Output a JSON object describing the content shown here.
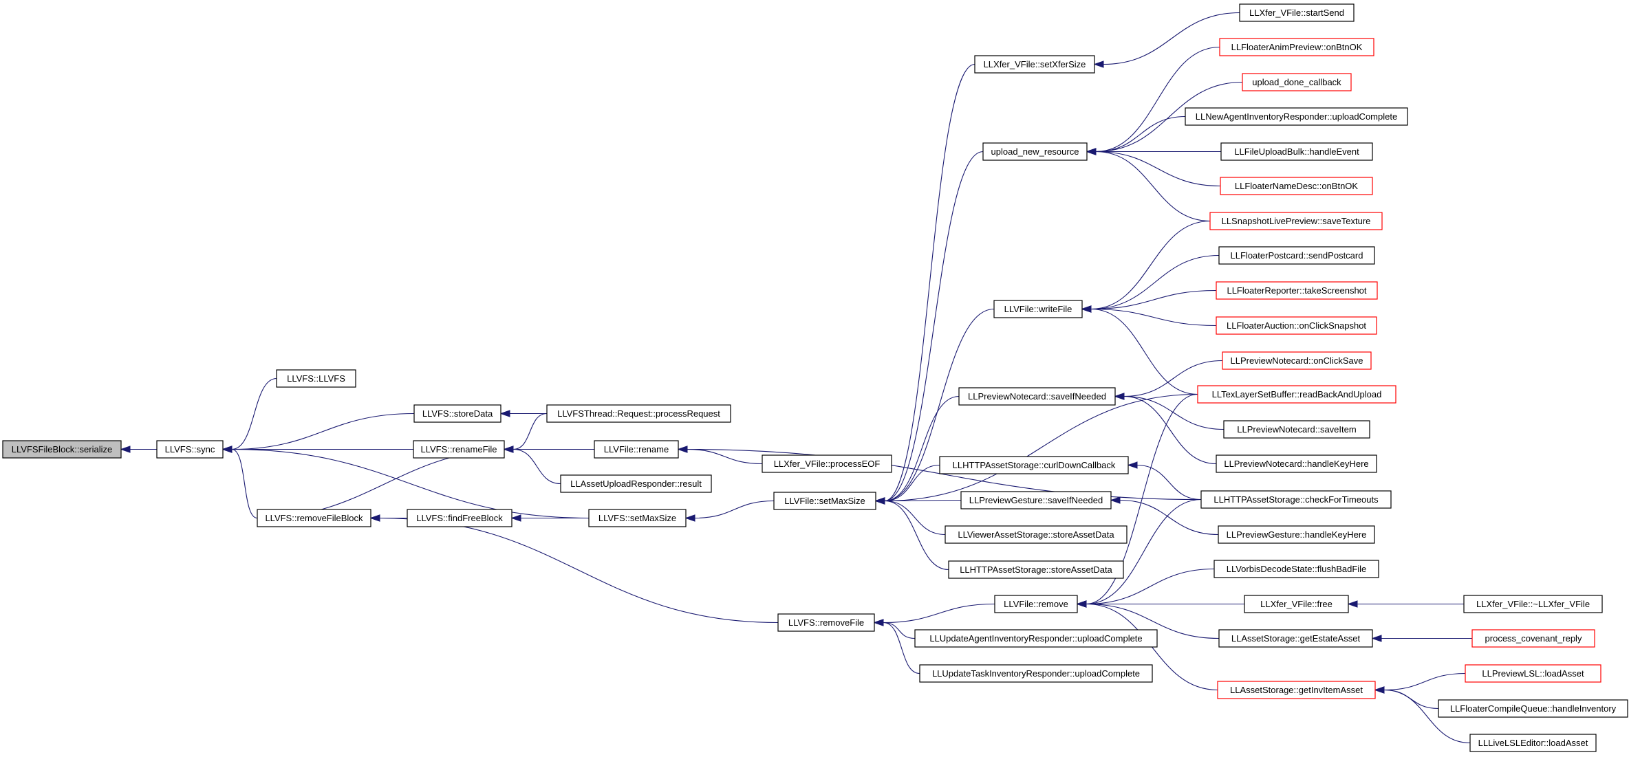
{
  "diagram": {
    "colors": {
      "edge": "#191970",
      "border_normal": "#000000",
      "border_truncated": "#ff0000",
      "fill_root": "#bfbfbf",
      "fill_normal": "#ffffff"
    },
    "nodes": {
      "n_root": {
        "label": "LLVFSFileBlock::serialize",
        "kind": "root"
      },
      "n_sync": {
        "label": "LLVFS::sync",
        "kind": "normal"
      },
      "n_llvfs": {
        "label": "LLVFS::LLVFS",
        "kind": "normal"
      },
      "n_storeData": {
        "label": "LLVFS::storeData",
        "kind": "normal"
      },
      "n_renameFile": {
        "label": "LLVFS::renameFile",
        "kind": "normal"
      },
      "n_removeFileBlock": {
        "label": "LLVFS::removeFileBlock",
        "kind": "normal"
      },
      "n_findFreeBlock": {
        "label": "LLVFS::findFreeBlock",
        "kind": "normal"
      },
      "n_vfsSetMaxSize": {
        "label": "LLVFS::setMaxSize",
        "kind": "normal"
      },
      "n_processRequest": {
        "label": "LLVFSThread::Request::processRequest",
        "kind": "normal"
      },
      "n_vfileRename": {
        "label": "LLVFile::rename",
        "kind": "normal"
      },
      "n_assetUploadResult": {
        "label": "LLAssetUploadResponder::result",
        "kind": "normal"
      },
      "n_processEOF": {
        "label": "LLXfer_VFile::processEOF",
        "kind": "normal"
      },
      "n_vfileSetMaxSize": {
        "label": "LLVFile::setMaxSize",
        "kind": "normal"
      },
      "n_removeFile": {
        "label": "LLVFS::removeFile",
        "kind": "normal"
      },
      "n_setXferSize": {
        "label": "LLXfer_VFile::setXferSize",
        "kind": "normal"
      },
      "n_uploadNewResource": {
        "label": "upload_new_resource",
        "kind": "normal"
      },
      "n_writeFile": {
        "label": "LLVFile::writeFile",
        "kind": "normal"
      },
      "n_notecardSave": {
        "label": "LLPreviewNotecard::saveIfNeeded",
        "kind": "normal"
      },
      "n_curlDown": {
        "label": "LLHTTPAssetStorage::curlDownCallback",
        "kind": "normal"
      },
      "n_gestureSave": {
        "label": "LLPreviewGesture::saveIfNeeded",
        "kind": "normal"
      },
      "n_viewerStore": {
        "label": "LLViewerAssetStorage::storeAssetData",
        "kind": "normal"
      },
      "n_httpStore": {
        "label": "LLHTTPAssetStorage::storeAssetData",
        "kind": "normal"
      },
      "n_vfileRemove": {
        "label": "LLVFile::remove",
        "kind": "normal"
      },
      "n_updateAgent": {
        "label": "LLUpdateAgentInventoryResponder::uploadComplete",
        "kind": "normal"
      },
      "n_updateTask": {
        "label": "LLUpdateTaskInventoryResponder::uploadComplete",
        "kind": "normal"
      },
      "n_startSend": {
        "label": "LLXfer_VFile::startSend",
        "kind": "normal"
      },
      "n_animPreview": {
        "label": "LLFloaterAnimPreview::onBtnOK",
        "kind": "truncated"
      },
      "n_uploadDone": {
        "label": "upload_done_callback",
        "kind": "truncated"
      },
      "n_newAgentInv": {
        "label": "LLNewAgentInventoryResponder::uploadComplete",
        "kind": "normal"
      },
      "n_fileUploadBulk": {
        "label": "LLFileUploadBulk::handleEvent",
        "kind": "normal"
      },
      "n_nameDesc": {
        "label": "LLFloaterNameDesc::onBtnOK",
        "kind": "truncated"
      },
      "n_snapshotSave": {
        "label": "LLSnapshotLivePreview::saveTexture",
        "kind": "truncated"
      },
      "n_postcard": {
        "label": "LLFloaterPostcard::sendPostcard",
        "kind": "normal"
      },
      "n_reporter": {
        "label": "LLFloaterReporter::takeScreenshot",
        "kind": "truncated"
      },
      "n_auction": {
        "label": "LLFloaterAuction::onClickSnapshot",
        "kind": "truncated"
      },
      "n_notecardClickSave": {
        "label": "LLPreviewNotecard::onClickSave",
        "kind": "truncated"
      },
      "n_texLayer": {
        "label": "LLTexLayerSetBuffer::readBackAndUpload",
        "kind": "truncated"
      },
      "n_notecardSaveItem": {
        "label": "LLPreviewNotecard::saveItem",
        "kind": "normal"
      },
      "n_notecardKey": {
        "label": "LLPreviewNotecard::handleKeyHere",
        "kind": "normal"
      },
      "n_checkTimeouts": {
        "label": "LLHTTPAssetStorage::checkForTimeouts",
        "kind": "normal"
      },
      "n_gestureKey": {
        "label": "LLPreviewGesture::handleKeyHere",
        "kind": "normal"
      },
      "n_vorbis": {
        "label": "LLVorbisDecodeState::flushBadFile",
        "kind": "normal"
      },
      "n_xferFree": {
        "label": "LLXfer_VFile::free",
        "kind": "normal"
      },
      "n_xferDtor": {
        "label": "LLXfer_VFile::~LLXfer_VFile",
        "kind": "normal"
      },
      "n_estateAsset": {
        "label": "LLAssetStorage::getEstateAsset",
        "kind": "normal"
      },
      "n_covenant": {
        "label": "process_covenant_reply",
        "kind": "truncated"
      },
      "n_invItemAsset": {
        "label": "LLAssetStorage::getInvItemAsset",
        "kind": "truncated"
      },
      "n_previewLSL": {
        "label": "LLPreviewLSL::loadAsset",
        "kind": "truncated"
      },
      "n_compileQueue": {
        "label": "LLFloaterCompileQueue::handleInventory",
        "kind": "normal"
      },
      "n_liveLSL": {
        "label": "LLLiveLSLEditor::loadAsset",
        "kind": "normal"
      }
    },
    "edges": [
      [
        "n_sync",
        "n_root"
      ],
      [
        "n_llvfs",
        "n_sync"
      ],
      [
        "n_storeData",
        "n_sync"
      ],
      [
        "n_renameFile",
        "n_sync"
      ],
      [
        "n_removeFileBlock",
        "n_sync"
      ],
      [
        "n_vfsSetMaxSize",
        "n_sync"
      ],
      [
        "n_processRequest",
        "n_storeData"
      ],
      [
        "n_processRequest",
        "n_renameFile"
      ],
      [
        "n_vfileRename",
        "n_renameFile"
      ],
      [
        "n_assetUploadResult",
        "n_renameFile"
      ],
      [
        "n_removeFileBlock",
        "n_renameFile"
      ],
      [
        "n_findFreeBlock",
        "n_removeFileBlock"
      ],
      [
        "n_removeFile",
        "n_removeFileBlock"
      ],
      [
        "n_vfsSetMaxSize",
        "n_findFreeBlock"
      ],
      [
        "n_vfileSetMaxSize",
        "n_vfsSetMaxSize"
      ],
      [
        "n_processEOF",
        "n_vfileRename"
      ],
      [
        "n_checkTimeouts",
        "n_vfileRename"
      ],
      [
        "n_setXferSize",
        "n_vfileSetMaxSize"
      ],
      [
        "n_uploadNewResource",
        "n_vfileSetMaxSize"
      ],
      [
        "n_writeFile",
        "n_vfileSetMaxSize"
      ],
      [
        "n_notecardSave",
        "n_vfileSetMaxSize"
      ],
      [
        "n_curlDown",
        "n_vfileSetMaxSize"
      ],
      [
        "n_gestureSave",
        "n_vfileSetMaxSize"
      ],
      [
        "n_viewerStore",
        "n_vfileSetMaxSize"
      ],
      [
        "n_httpStore",
        "n_vfileSetMaxSize"
      ],
      [
        "n_texLayer",
        "n_vfileSetMaxSize"
      ],
      [
        "n_vfileRemove",
        "n_removeFile"
      ],
      [
        "n_updateAgent",
        "n_removeFile"
      ],
      [
        "n_updateTask",
        "n_removeFile"
      ],
      [
        "n_startSend",
        "n_setXferSize"
      ],
      [
        "n_animPreview",
        "n_uploadNewResource"
      ],
      [
        "n_uploadDone",
        "n_uploadNewResource"
      ],
      [
        "n_newAgentInv",
        "n_uploadNewResource"
      ],
      [
        "n_fileUploadBulk",
        "n_uploadNewResource"
      ],
      [
        "n_nameDesc",
        "n_uploadNewResource"
      ],
      [
        "n_snapshotSave",
        "n_uploadNewResource"
      ],
      [
        "n_snapshotSave",
        "n_writeFile"
      ],
      [
        "n_postcard",
        "n_writeFile"
      ],
      [
        "n_reporter",
        "n_writeFile"
      ],
      [
        "n_auction",
        "n_writeFile"
      ],
      [
        "n_texLayer",
        "n_writeFile"
      ],
      [
        "n_notecardClickSave",
        "n_notecardSave"
      ],
      [
        "n_notecardSaveItem",
        "n_notecardSave"
      ],
      [
        "n_notecardKey",
        "n_notecardSave"
      ],
      [
        "n_checkTimeouts",
        "n_curlDown"
      ],
      [
        "n_gestureKey",
        "n_gestureSave"
      ],
      [
        "n_texLayer",
        "n_vfileRemove"
      ],
      [
        "n_checkTimeouts",
        "n_vfileRemove"
      ],
      [
        "n_vorbis",
        "n_vfileRemove"
      ],
      [
        "n_xferFree",
        "n_vfileRemove"
      ],
      [
        "n_estateAsset",
        "n_vfileRemove"
      ],
      [
        "n_invItemAsset",
        "n_vfileRemove"
      ],
      [
        "n_xferDtor",
        "n_xferFree"
      ],
      [
        "n_covenant",
        "n_estateAsset"
      ],
      [
        "n_previewLSL",
        "n_invItemAsset"
      ],
      [
        "n_compileQueue",
        "n_invItemAsset"
      ],
      [
        "n_liveLSL",
        "n_invItemAsset"
      ]
    ]
  }
}
